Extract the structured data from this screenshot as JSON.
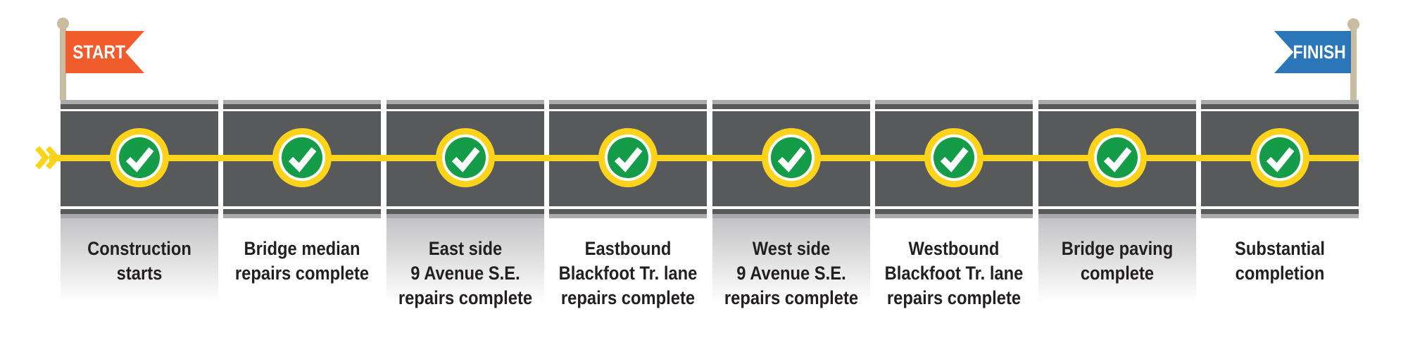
{
  "flags": {
    "start": {
      "label": "START"
    },
    "finish": {
      "label": "FINISH"
    }
  },
  "milestones": [
    {
      "label": "Construction\nstarts",
      "status": "complete"
    },
    {
      "label": "Bridge median\nrepairs complete",
      "status": "complete"
    },
    {
      "label": "East side\n9 Avenue S.E.\nrepairs complete",
      "status": "complete"
    },
    {
      "label": "Eastbound\nBlackfoot Tr. lane\nrepairs complete",
      "status": "complete"
    },
    {
      "label": "West side\n9 Avenue S.E.\nrepairs complete",
      "status": "complete"
    },
    {
      "label": "Westbound\nBlackfoot Tr. lane\nrepairs complete",
      "status": "complete"
    },
    {
      "label": "Bridge paving\ncomplete",
      "status": "complete"
    },
    {
      "label": "Substantial\ncompletion",
      "status": "complete"
    }
  ],
  "icons": {
    "milestone": "check-circle",
    "direction": "double-chevron-right",
    "start_marker": "orange-flag",
    "finish_marker": "blue-flag"
  },
  "colors": {
    "road": "#58595B",
    "road-edge": "#A8AAAD",
    "line-yellow": "#FBD31A",
    "check-green": "#149C49",
    "flag-orange": "#F05C2C",
    "flag-blue": "#2B76B8",
    "pole-tan": "#C9BCA1",
    "text": "#231F20",
    "shadow": "#C3C3C5"
  }
}
